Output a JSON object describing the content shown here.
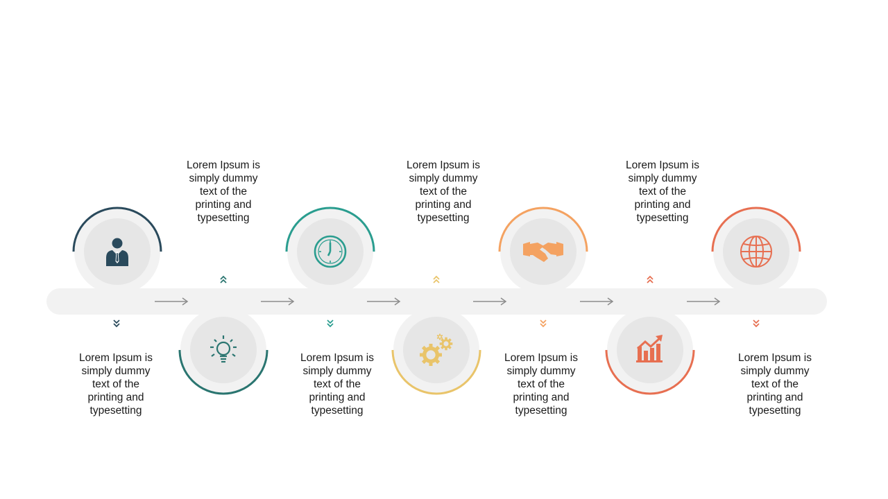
{
  "colors": {
    "track": "#f2f2f2",
    "circle_bg": "#efefef",
    "arrow": "#8c8c8c",
    "text": "#1a1a1a"
  },
  "steps": [
    {
      "icon": "businessman-icon",
      "color": "#2a4a5c",
      "text": "Lorem Ipsum is\nsimply dummy\ntext of the\nprinting and\ntypesetting"
    },
    {
      "icon": "lightbulb-icon",
      "color": "#2a7570",
      "text": "Lorem Ipsum is\nsimply dummy\ntext of the\nprinting and\ntypesetting"
    },
    {
      "icon": "clock-icon",
      "color": "#2a9d8f",
      "text": "Lorem Ipsum is\nsimply dummy\ntext of the\nprinting and\ntypesetting"
    },
    {
      "icon": "gears-icon",
      "color": "#e9c46a",
      "text": "Lorem Ipsum is\nsimply dummy\ntext of the\nprinting and\ntypesetting"
    },
    {
      "icon": "handshake-icon",
      "color": "#f4a261",
      "text": "Lorem Ipsum is\nsimply dummy\ntext of the\nprinting and\ntypesetting"
    },
    {
      "icon": "growth-chart-icon",
      "color": "#e76f51",
      "text": "Lorem Ipsum is\nsimply dummy\ntext of the\nprinting and\ntypesetting"
    },
    {
      "icon": "globe-icon",
      "color": "#e76f51",
      "text": "Lorem Ipsum is\nsimply dummy\ntext of the\nprinting and\ntypesetting"
    }
  ]
}
